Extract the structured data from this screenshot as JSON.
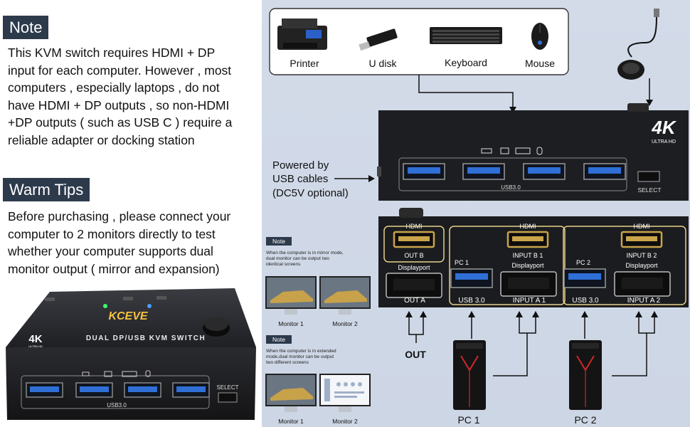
{
  "note": {
    "tag": "Note",
    "lines": [
      "This KVM switch requires HDMI + DP",
      "input for each computer. However , most",
      "computers , especially laptops , do not",
      "have HDMI + DP outputs , so non-HDMI",
      "+DP outputs ( such as USB C ) require a",
      "reliable adapter or docking station"
    ]
  },
  "warm_tips": {
    "tag": "Warm Tips",
    "lines": [
      "Before purchasing , please connect your",
      "computer to 2 monitors directly to test",
      "whether your computer supports dual",
      "monitor output ( mirror and expansion)"
    ]
  },
  "product": {
    "brand": "KCEVE",
    "resolution": "4K",
    "resolution_sub": "ULTRA HD",
    "model": "DUAL DP/USB KVM SWITCH",
    "usb_label": "USB3.0",
    "select_label": "SELECT"
  },
  "peripherals": [
    {
      "label": "Printer",
      "icon": "printer-icon"
    },
    {
      "label": "U disk",
      "icon": "usb-drive-icon"
    },
    {
      "label": "Keyboard",
      "icon": "keyboard-icon"
    },
    {
      "label": "Mouse",
      "icon": "mouse-icon"
    }
  ],
  "front_panel": {
    "resolution": "4K",
    "resolution_sub": "ULTRA HD",
    "usb_label": "USB3.0",
    "select_label": "SELECT"
  },
  "power": {
    "lines": [
      "Powered by",
      "USB cables",
      "(DC5V optional)"
    ]
  },
  "back_panel": {
    "hdmi": "HDMI",
    "out_b": "OUT B",
    "displayport": "Displayport",
    "out_a": "OUT A",
    "pc1": "PC 1",
    "pc2": "PC 2",
    "input_b1": "INPUT B 1",
    "input_b2": "INPUT B 2",
    "usb30": "USB 3.0",
    "input_a1": "INPUT A 1",
    "input_a2": "INPUT A 2"
  },
  "mirror_note": {
    "tag": "Note",
    "lines": [
      "When the computer is in mirror mode,",
      "dual monitor can be output two",
      "identical screens"
    ],
    "monitor1": "Monitor 1",
    "monitor2": "Monitor 2"
  },
  "extended_note": {
    "tag": "Note",
    "lines": [
      "When the computer is in extended",
      "mode,dual monitor can be output",
      "two different screens"
    ],
    "monitor1": "Monitor 1",
    "monitor2": "Monitor 2"
  },
  "out_label": "OUT",
  "pcs": [
    {
      "label": "PC 1"
    },
    {
      "label": "PC 2"
    }
  ],
  "colors": {
    "tag_bg": "#2d3a4c",
    "panel_bg": "#cdd6e5",
    "device": "#1c1c1e",
    "usb_blue": "#2f6fd6",
    "gold": "#c9a44a"
  }
}
